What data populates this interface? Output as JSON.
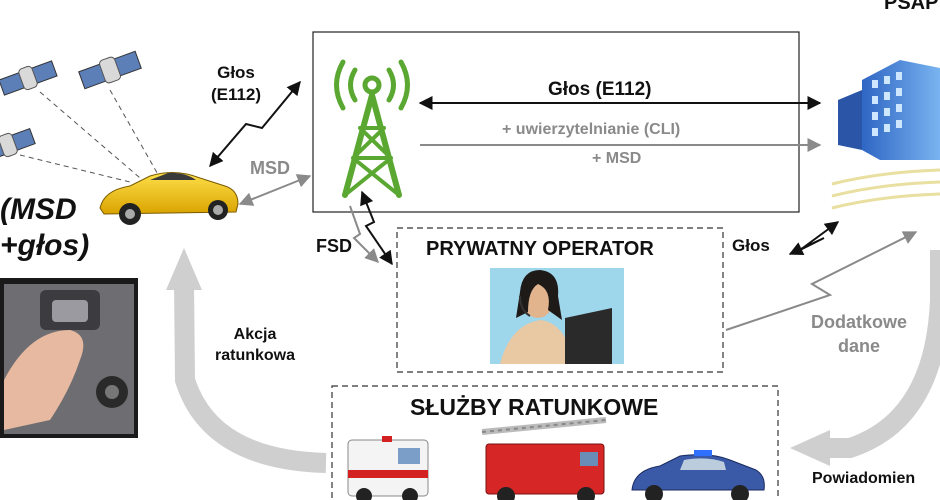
{
  "labels": {
    "voice_e112_left": [
      "Głos",
      "(E112)"
    ],
    "msd_car": "MSD",
    "msd_voice": [
      "(MSD",
      "+głos)"
    ],
    "voice_e112_center": "Głos (E112)",
    "auth_cli": "+ uwierzytelnianie (CLI)",
    "plus_msd": "+ MSD",
    "psap": "PSAP",
    "fsd": "FSD",
    "private_operator": "PRYWATNY OPERATOR",
    "voice_right": "Głos",
    "extra_data": [
      "Dodatkowe",
      "dane"
    ],
    "rescue_action": [
      "Akcja",
      "ratunkowa"
    ],
    "emergency_services": "SŁUŻBY RATUNKOWE",
    "notification": "Powiadomien"
  },
  "colors": {
    "tower_green": "#5aa832",
    "arrow_grey": "#8a8a8a",
    "arrow_black": "#111111",
    "car_yellow": "#f5c400",
    "building_blue": "#3f7fd6"
  }
}
